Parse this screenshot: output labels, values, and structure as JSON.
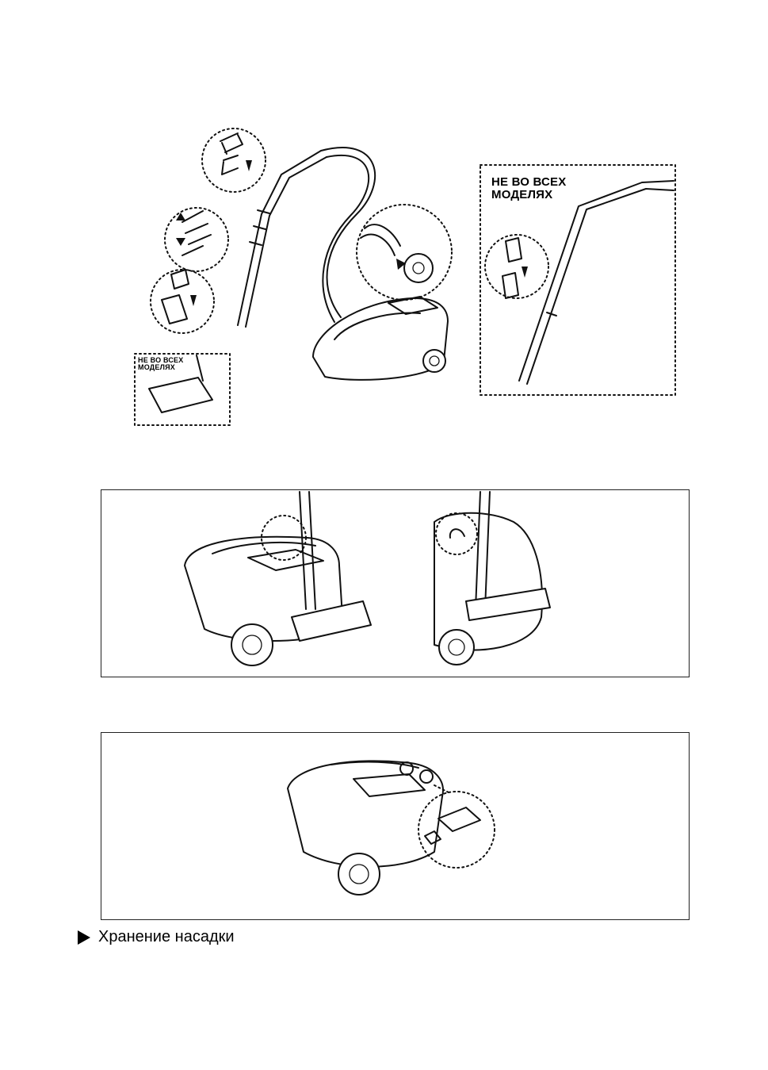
{
  "figure1": {
    "note_nozzle": "НЕ ВО ВСЕХ МОДЕЛЯХ",
    "note_tube": "НЕ ВО ВСЕХ МОДЕЛЯХ"
  },
  "caption": {
    "text": "Хранение насадки",
    "marker_icon": "triangle-right-icon"
  }
}
